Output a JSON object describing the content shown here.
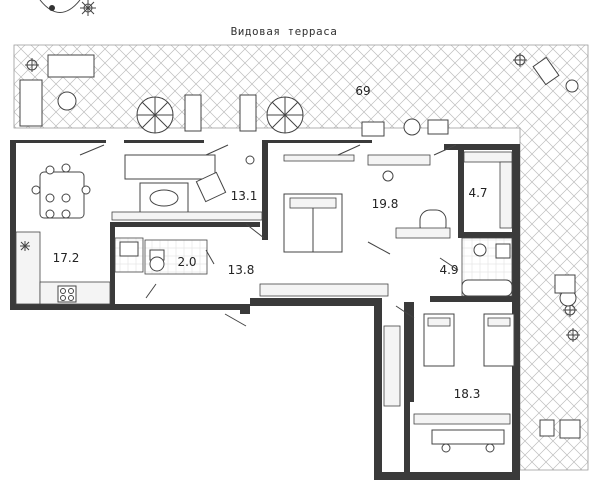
{
  "terrace": {
    "title": "Видовая терраса",
    "area": "69"
  },
  "rooms": [
    {
      "key": "kitchen",
      "area": "17.2"
    },
    {
      "key": "living",
      "area": "13.1"
    },
    {
      "key": "bedroom1",
      "area": "19.8"
    },
    {
      "key": "closet",
      "area": "4.7"
    },
    {
      "key": "wc",
      "area": "2.0"
    },
    {
      "key": "hall",
      "area": "13.8"
    },
    {
      "key": "bathroom",
      "area": "4.9"
    },
    {
      "key": "bedroom2",
      "area": "18.3"
    }
  ],
  "icons": [
    "compass-icon",
    "sun-icon",
    "plant-icon",
    "umbrella-icon",
    "bed-icon",
    "bathtub-icon",
    "stove-icon",
    "toilet-icon"
  ],
  "colors": {
    "wall": "#3a3a3a",
    "hatch": "#bdbdbd",
    "line": "#444444"
  }
}
